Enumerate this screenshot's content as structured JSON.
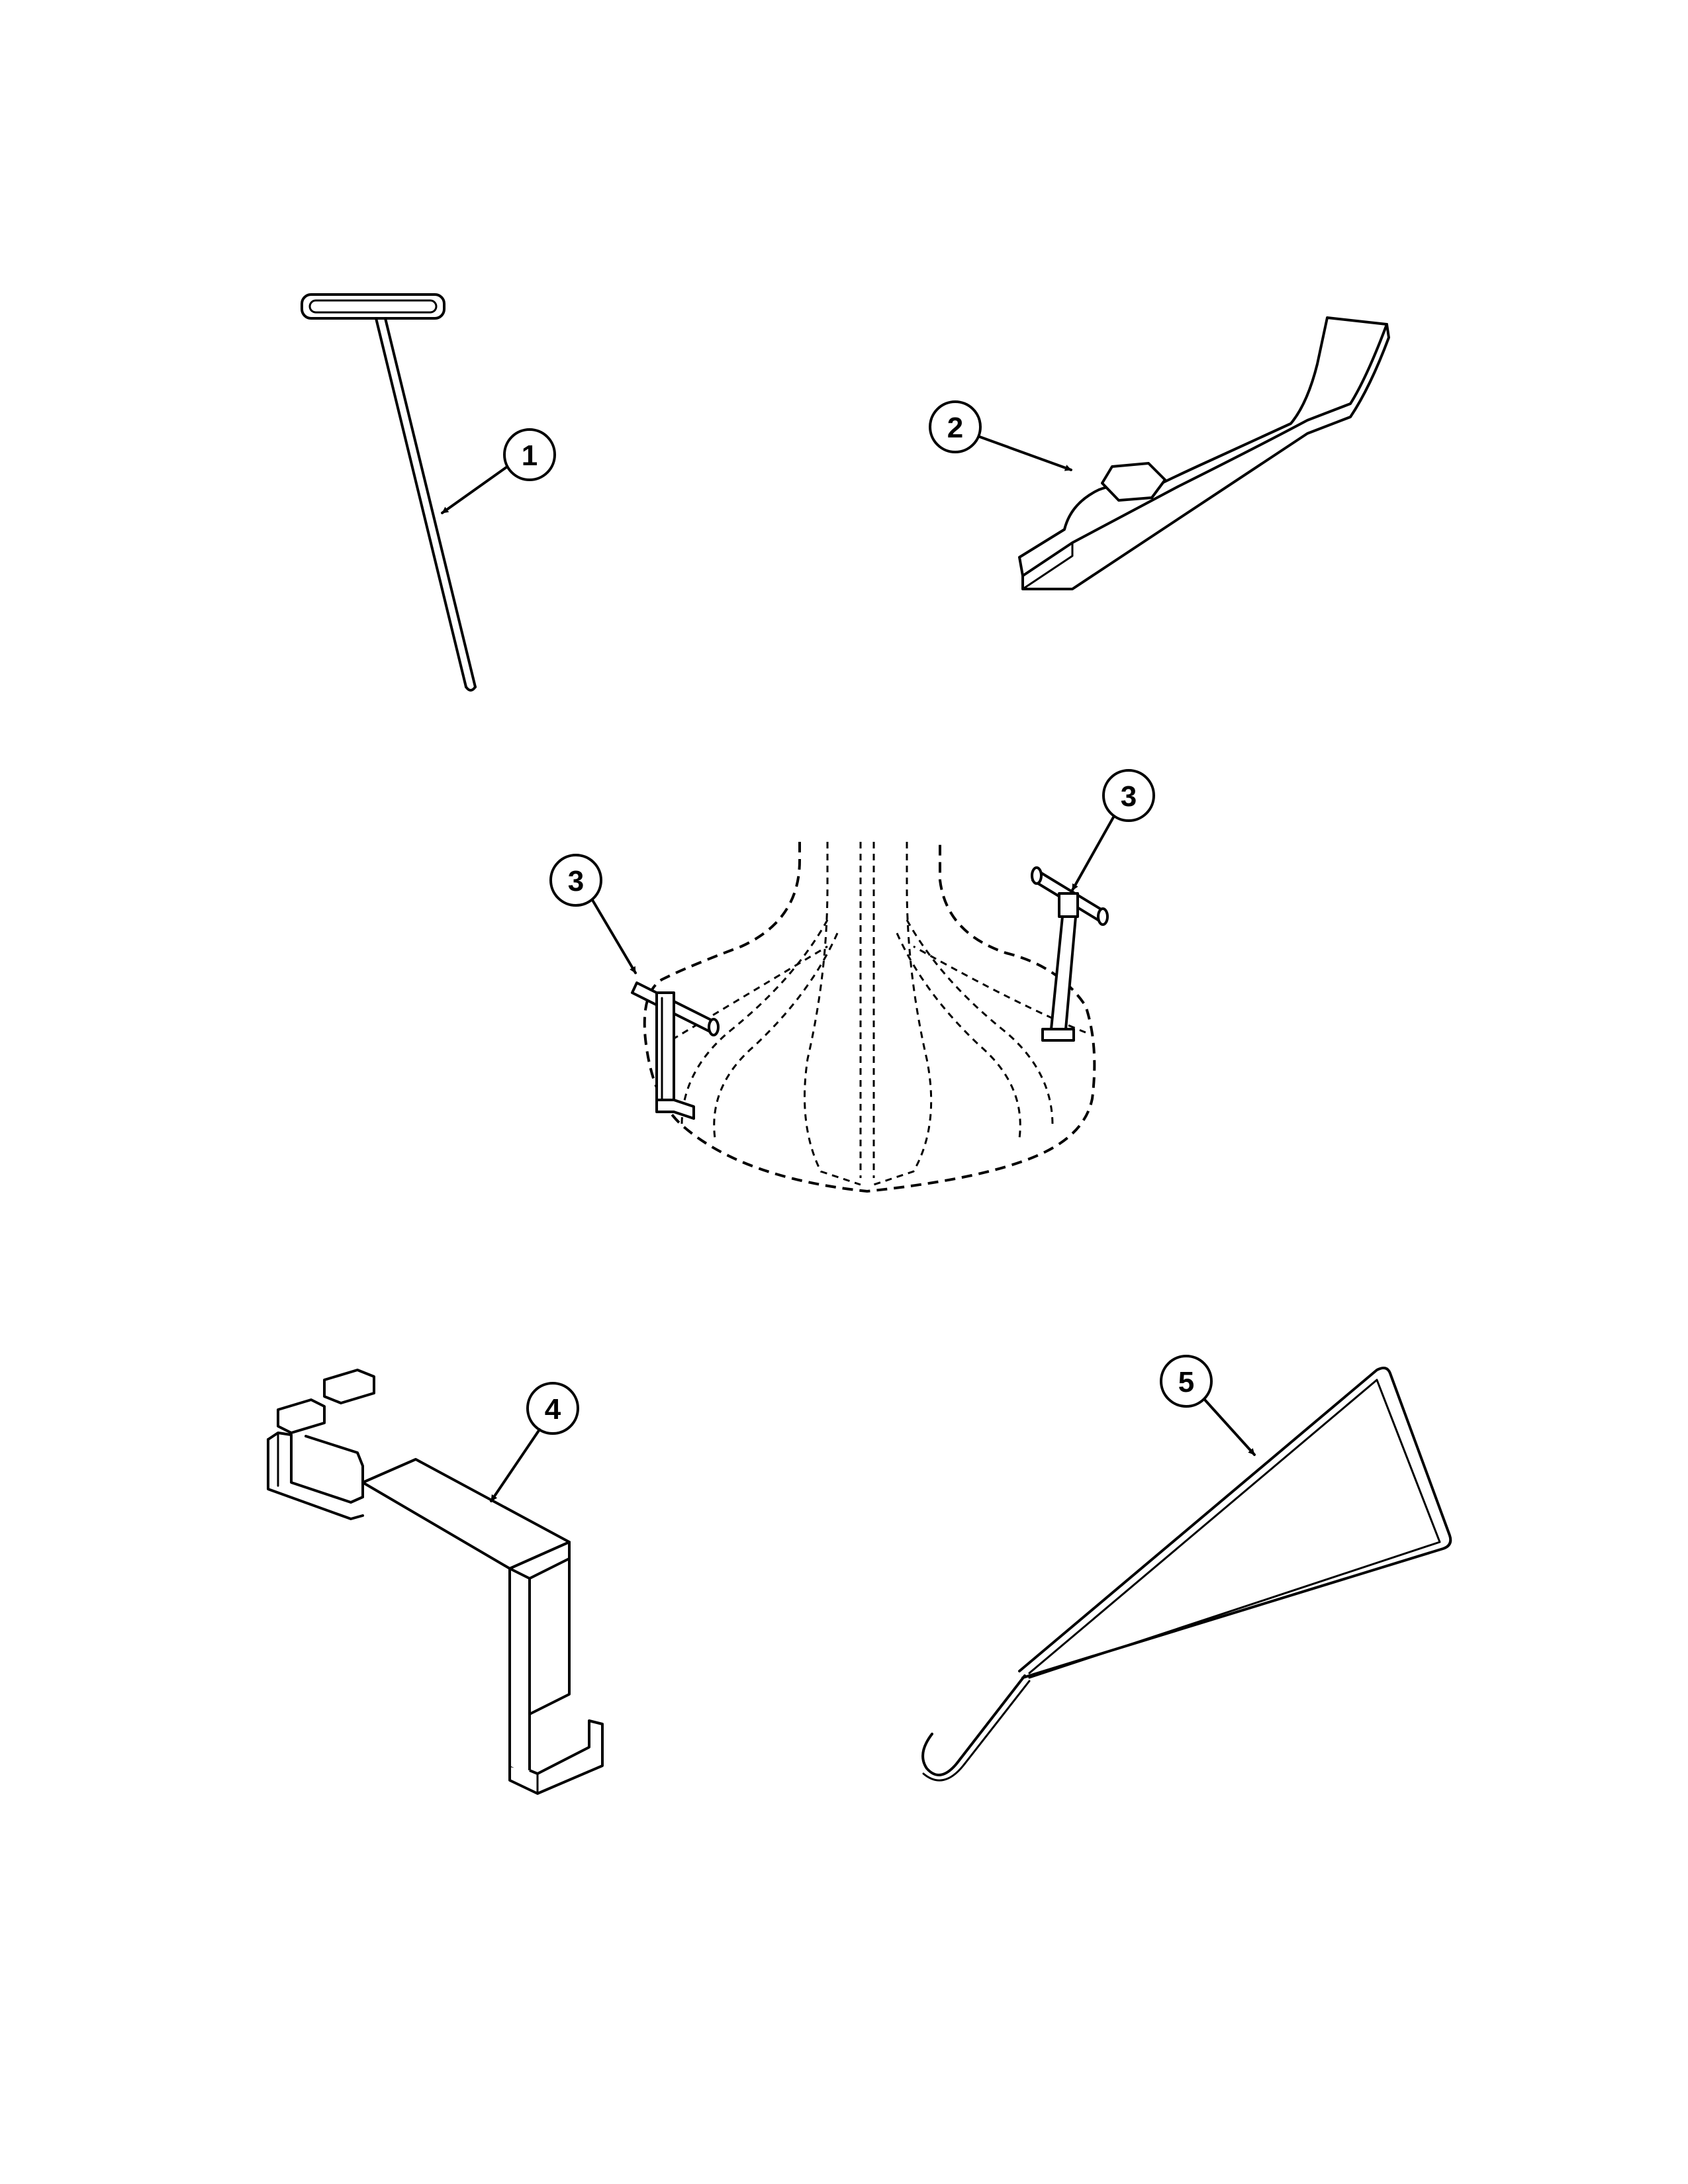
{
  "callouts": {
    "c1": "1",
    "c2": "2",
    "c3a": "3",
    "c3b": "3",
    "c4": "4",
    "c5": "5"
  }
}
